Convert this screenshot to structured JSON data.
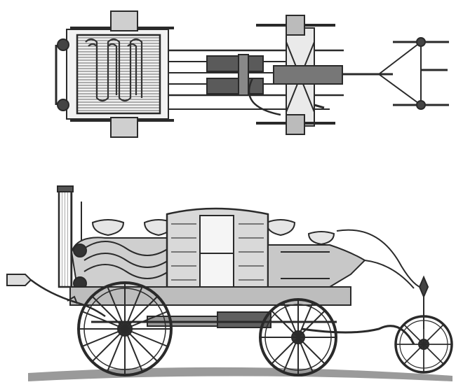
{
  "image": {
    "subject": "steam-carriage-engraving",
    "views": [
      "plan-view",
      "side-elevation"
    ],
    "ink_color": "#2a2a2a",
    "shade_color": "#7a7a7a",
    "paper_color": "#ffffff"
  }
}
